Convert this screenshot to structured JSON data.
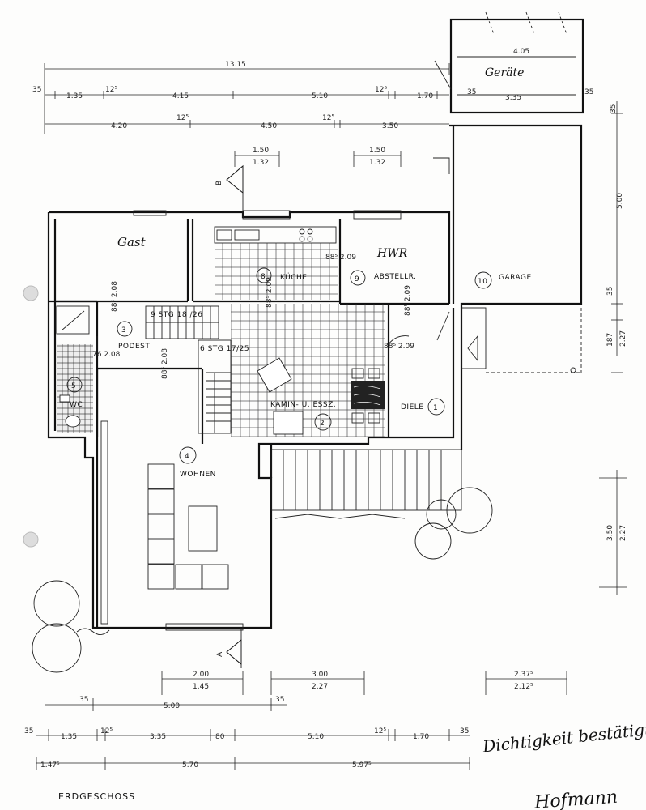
{
  "drawing": {
    "title": "ERDGESCHOSS",
    "handwritten_note": "Dichtigkeit bestätigt",
    "signature": "Hofmann"
  },
  "rooms": [
    {
      "num": "1",
      "label": "DIELE"
    },
    {
      "num": "2",
      "label": "KAMIN- U. ESSZ."
    },
    {
      "num": "3",
      "label": "PODEST"
    },
    {
      "num": "4",
      "label": "WOHNEN"
    },
    {
      "num": "5",
      "label": "WC"
    },
    {
      "num": "8",
      "label": "KÜCHE"
    },
    {
      "num": "9",
      "label": "ABSTELLR."
    },
    {
      "num": "10",
      "label": "GARAGE"
    }
  ],
  "handwritten_rooms": {
    "gast": "Gast",
    "hwr": "HWR",
    "geraete": "Geräte"
  },
  "stairs": {
    "upper": "9 STG 18 /26",
    "lower": "6 STG 17/25"
  },
  "section_marks": {
    "top": "B",
    "bottom": "A"
  },
  "door_marks": {
    "d_podest": "88⁵ 2.08",
    "d_kueche1": "88⁵ 2.09",
    "d_kueche2": "88⁵ 2.09",
    "d_abst": "88⁵ 2.09",
    "d_diele": "88⁵ 2.09",
    "d_wc": "76 2.08",
    "d_wohnen": "88⁵ 2.08"
  },
  "dims_top": {
    "total": "13.15",
    "r1_a": "35",
    "r1_b": "1.35",
    "r1_c": "12⁵",
    "r1_d": "4.15",
    "r1_e": "5.10",
    "r1_f": "12⁵",
    "r1_g": "1.70",
    "r1_h": "35",
    "r1_i": "3.35",
    "r1_j": "35",
    "r2_a": "4.20",
    "r2_b": "12⁵",
    "r2_c": "4.50",
    "r2_d": "12⁵",
    "r2_e": "3.50",
    "w1_a": "1.50",
    "w1_b": "1.32",
    "w2_a": "1.50",
    "w2_b": "1.32",
    "garage_top": "4.05"
  },
  "dims_right": {
    "a": "35",
    "b": "5.00",
    "c": "35",
    "d": "187",
    "e": "2.27",
    "f": "3.50",
    "g": "2.27"
  },
  "dims_bottom": {
    "w1_a": "2.00",
    "w1_b": "1.45",
    "w2_a": "3.00",
    "w2_b": "2.27",
    "w3_a": "2.37⁵",
    "w3_b": "2.12⁵",
    "r1_a": "35",
    "r1_b": "5.00",
    "r1_c": "35",
    "r2_a": "35",
    "r2_b": "1.35",
    "r2_c": "12⁵",
    "r2_d": "3.35",
    "r2_e": "80",
    "r2_f": "5.10",
    "r2_g": "12⁵",
    "r2_h": "1.70",
    "r2_i": "35",
    "r3_a": "1.47⁵",
    "r3_b": "5.70",
    "r3_c": "5.97⁵"
  }
}
